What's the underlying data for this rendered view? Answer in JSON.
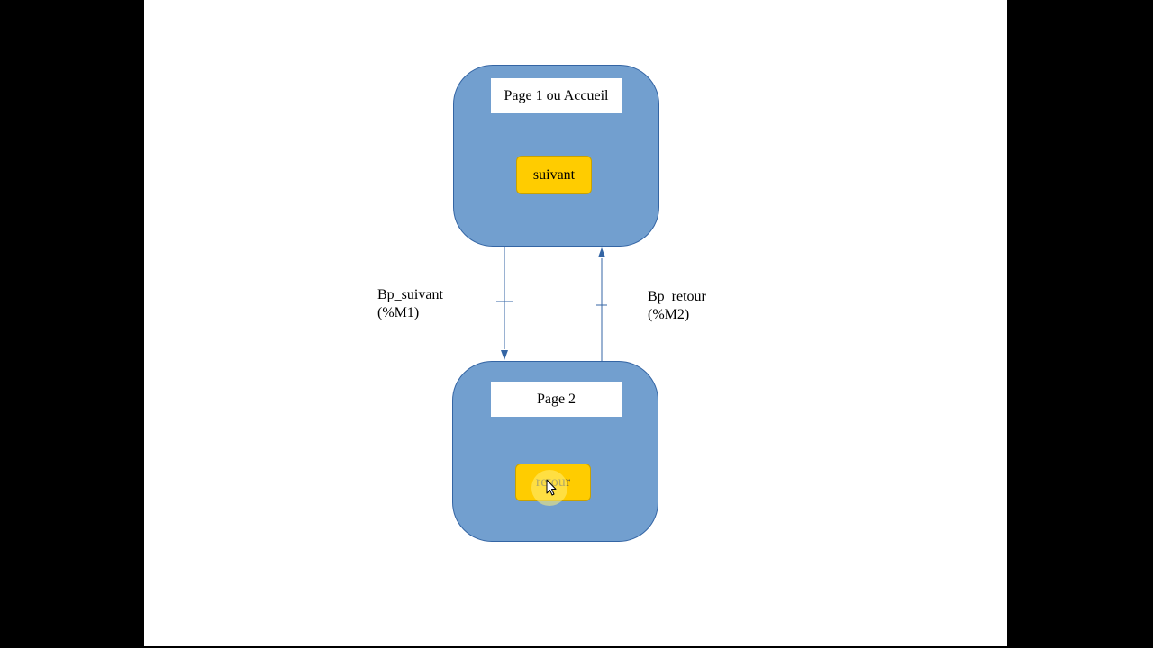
{
  "states": {
    "page1": {
      "title": "Page 1 ou Accueil",
      "button": "suivant"
    },
    "page2": {
      "title": "Page 2",
      "button": "retour"
    }
  },
  "transitions": {
    "forward": {
      "line1": "Bp_suivant",
      "line2": "(%M1)"
    },
    "backward": {
      "line1": "Bp_retour",
      "line2": "(%M2)"
    }
  },
  "colors": {
    "state_fill": "#729fcf",
    "state_border": "#3465a4",
    "button_fill": "#ffcc00",
    "arrow": "#3465a4"
  }
}
